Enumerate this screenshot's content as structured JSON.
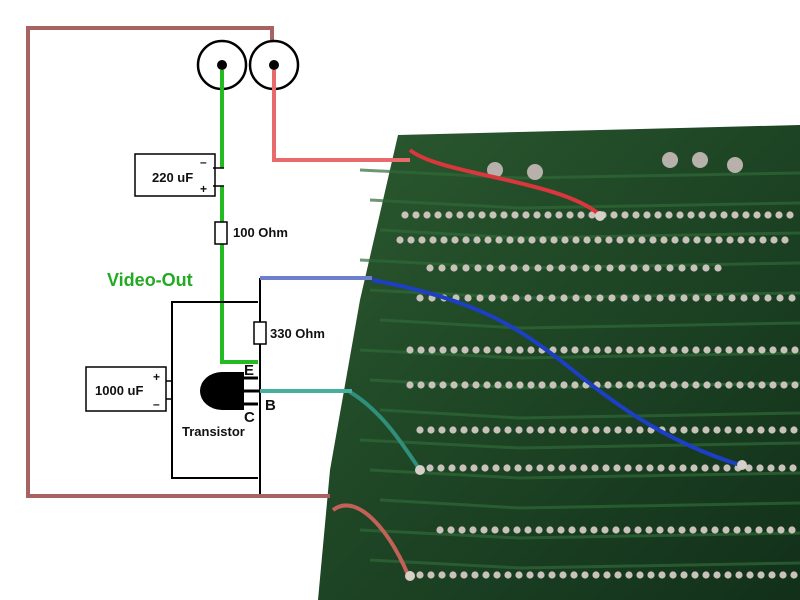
{
  "labels": {
    "cap_top": "220 uF",
    "cap_top_minus": "–",
    "cap_top_plus": "+",
    "resistor_top": "100 Ohm",
    "video_out": "Video-Out",
    "resistor_mid": "330 Ohm",
    "cap_big": "1000 uF",
    "cap_big_plus": "+",
    "cap_big_minus": "–",
    "pin_e": "E",
    "pin_b": "B",
    "pin_c": "C",
    "transistor": "Transistor"
  },
  "colors": {
    "frame": "#a86262",
    "green_wire": "#22bb22",
    "red_wire": "#e86a6a",
    "blue_wire": "#6c7fcc",
    "teal_wire": "#45b0a0",
    "video_out": "#22aa22",
    "pcb": "#1f4a26",
    "pad": "#c9c2bb"
  }
}
